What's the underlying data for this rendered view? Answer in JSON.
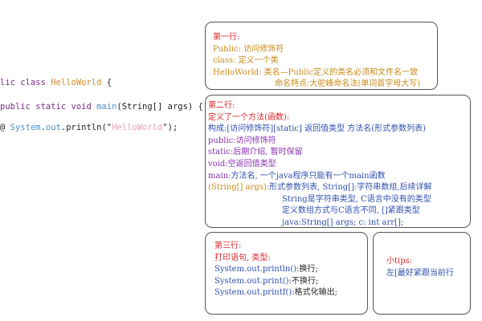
{
  "code": {
    "line1": {
      "kw": "lic class ",
      "cls": "HelloWorld",
      "rest": " {"
    },
    "line2": {
      "kw": "public static void ",
      "fn": "main",
      "rest": "(String[] args) {"
    },
    "line3": {
      "lead": "@ ",
      "obj": "System",
      "dot": ".",
      "out": "out",
      "call": ".println(\"",
      "str": "HelloWorld",
      "end": "\");"
    }
  },
  "box1": {
    "title": "第一行:",
    "l1": "Public: 访问修饰符",
    "l2": "class: 定义一个类",
    "l3": "HelloWorld: 类名—Public定义的类名必须和文件名一致",
    "l4": "命名特点:大驼峰命名法(单词首字母大写)"
  },
  "box2": {
    "title": "第二行:",
    "l1": "定义了一个方法(函数):",
    "l2": "构成:[访问修饰符][static] 返回值类型 方法名(形式参数列表)",
    "l3": "public:访问修饰符",
    "l4": "static:后期介绍, 暂时保留",
    "l5": "void:空返回值类型",
    "l6a": "main:",
    "l6b": "方法名, 一个java程序只能有一个main函数",
    "l7a": "(String[] args):",
    "l7b": "形式参数列表, String[]:字符串数组,后续详解",
    "l8": "String是字符串类型, C语言中没有的类型",
    "l9": "定义数组方式与C语言不同, []紧跟类型",
    "l10": "java:String[] args; c: int arr[];"
  },
  "box3": {
    "title": "第三行:",
    "l1": "打印语句, 类型:",
    "l2a": "System.out.println()",
    "l2b": ":换行;",
    "l3a": "System.out.print()",
    "l3b": ":不换行;",
    "l4a": "System.out.printf()",
    "l4b": ":格式化输出;"
  },
  "box4": {
    "title": "小tips:",
    "l1": "左[最好紧跟当前行"
  },
  "colors": {
    "red": "#d8262b",
    "orange": "#c98a1b",
    "blue": "#2f4fae",
    "purple": "#8a2eb2"
  }
}
